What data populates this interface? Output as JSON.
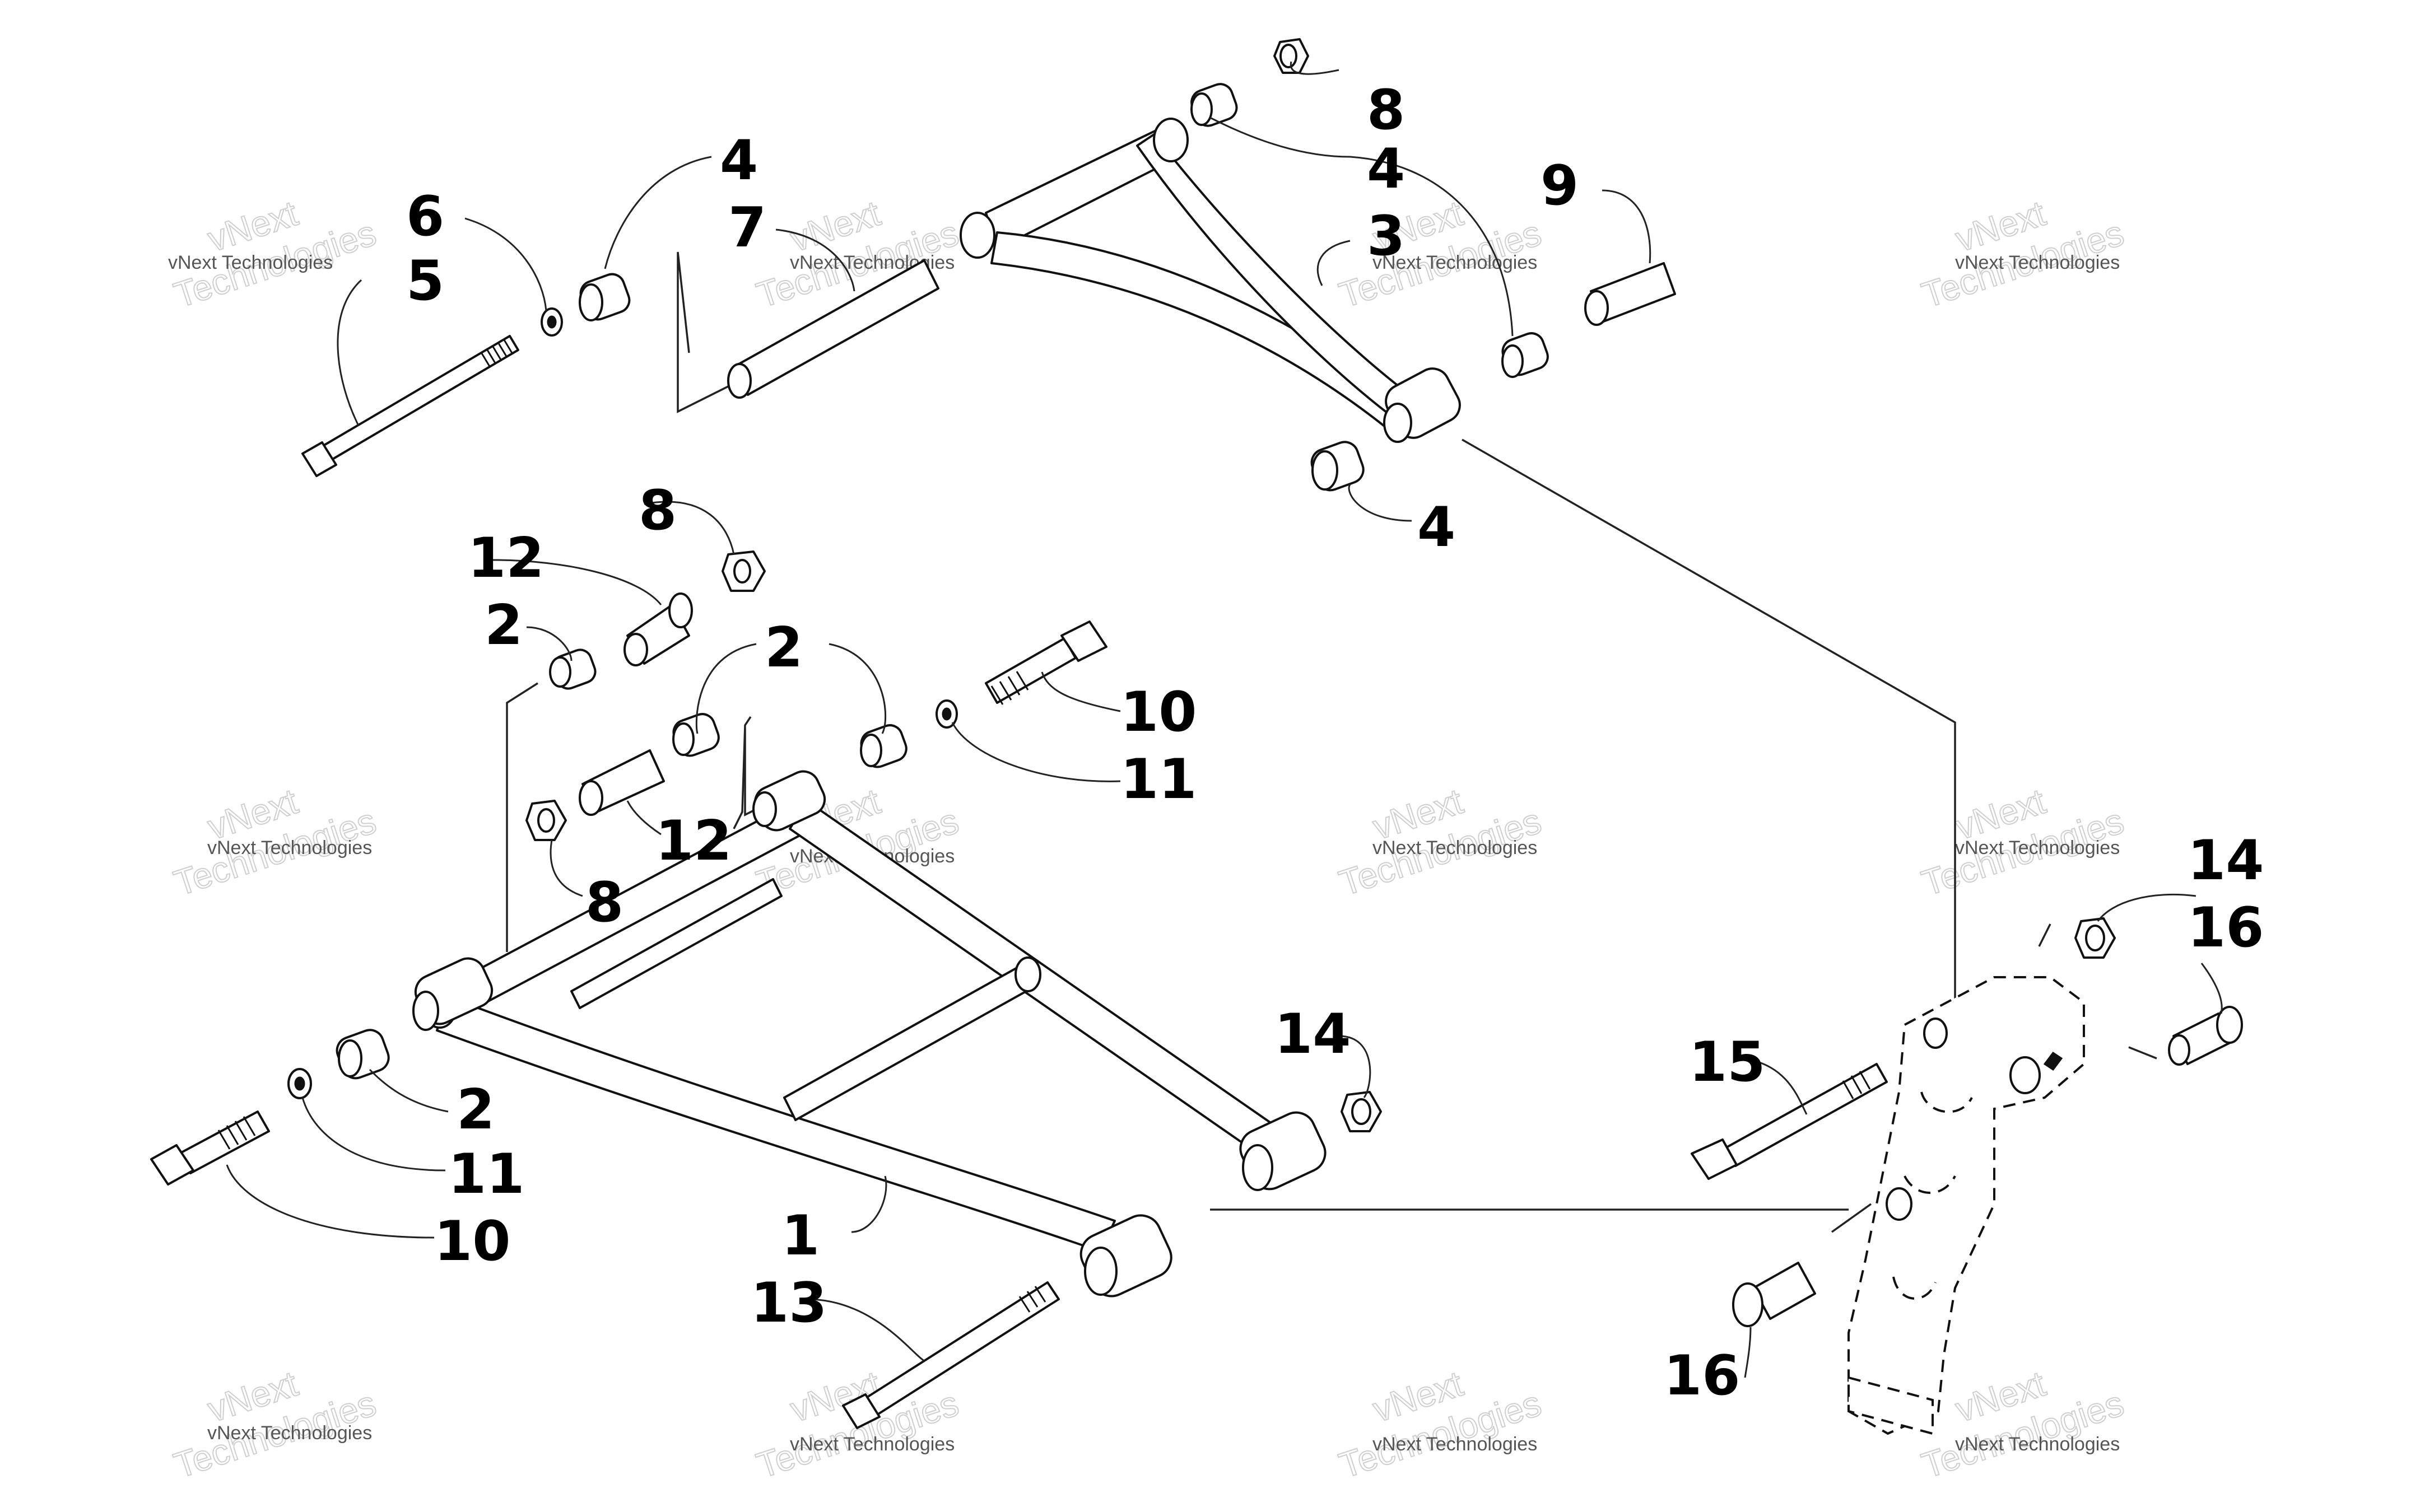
{
  "diagram": {
    "watermark_text": "vNext Technologies",
    "watermark_big_line1": "vNext",
    "watermark_big_line2": "Technologies",
    "callouts": {
      "c1": "1",
      "c2a": "2",
      "c2b": "2",
      "c2c": "2",
      "c3": "3",
      "c4a": "4",
      "c4b": "4",
      "c4c": "4",
      "c5": "5",
      "c6": "6",
      "c7": "7",
      "c8a": "8",
      "c8b": "8",
      "c8c": "8",
      "c9": "9",
      "c10a": "10",
      "c10b": "10",
      "c11a": "11",
      "c11b": "11",
      "c12a": "12",
      "c12b": "12",
      "c13": "13",
      "c14a": "14",
      "c14b": "14",
      "c15": "15",
      "c16a": "16",
      "c16b": "16"
    }
  }
}
